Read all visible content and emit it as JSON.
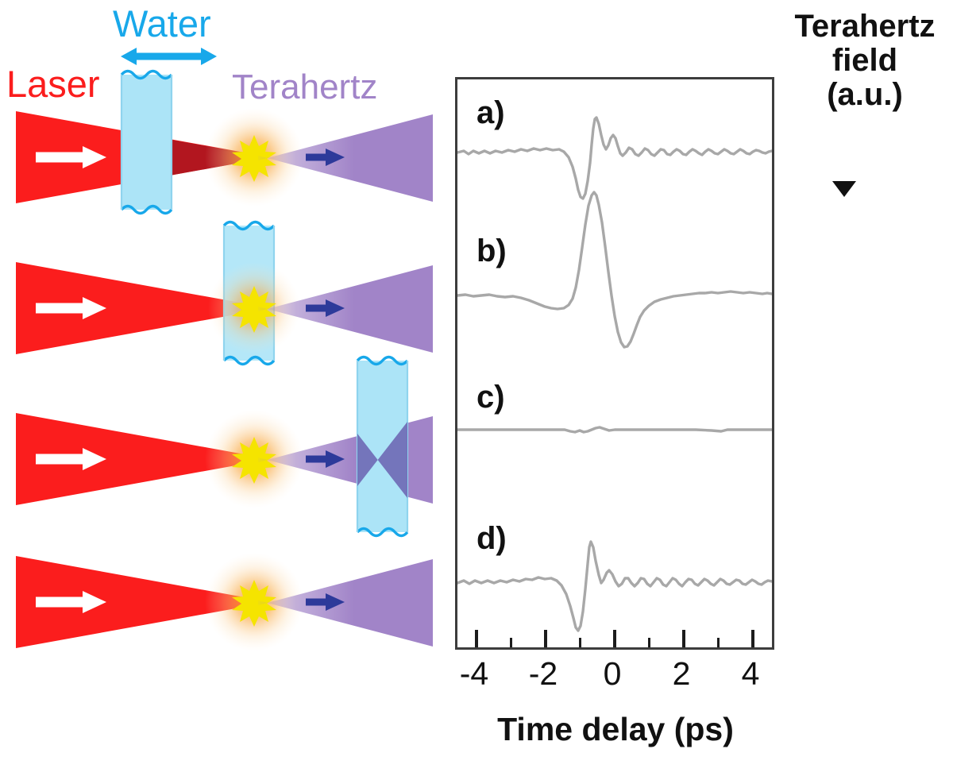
{
  "figure": {
    "title_hidden": "",
    "schematic": {
      "labels": {
        "laser": "Laser",
        "water": "Water",
        "terahertz": "Terahertz"
      },
      "colors": {
        "laser_red": "#fb1d1d",
        "laser_dark_red": "#9d1420",
        "water_blue": "#ace4f7",
        "water_edge_blue": "#18a8ea",
        "terahertz_purple": "#a184c8",
        "terahertz_overlap": "#6f6bb5",
        "plasma_yellow": "#f5e400",
        "plasma_glow": "#f7a93c",
        "arrow_white": "#ffffff",
        "arrow_navy": "#2d3a9a"
      },
      "rows": [
        {
          "id": "row-a",
          "panel": "a",
          "water_present": true,
          "water_position": "before-focus",
          "description": "Water cell placed in the converging laser beam before the plasma focus"
        },
        {
          "id": "row-b",
          "panel": "b",
          "water_present": true,
          "water_position": "at-focus",
          "description": "Water cell centred on the plasma focus"
        },
        {
          "id": "row-c",
          "panel": "c",
          "water_present": true,
          "water_position": "after-focus",
          "description": "Water cell placed in the diverging terahertz beam after the plasma focus"
        },
        {
          "id": "row-d",
          "panel": "d",
          "water_present": false,
          "water_position": "none",
          "description": "Reference: no water cell"
        }
      ]
    }
  },
  "chart_data": {
    "type": "line",
    "title": "",
    "xlabel": "Time delay (ps)",
    "ylabel": "Terahertz field (a.u.)",
    "ylabel_lines": [
      "Terahertz",
      "field",
      "(a.u.)"
    ],
    "xlim": [
      -4.6,
      4.6
    ],
    "xticks": [
      -4,
      -2,
      0,
      2,
      4
    ],
    "xticklabels": [
      "-4",
      "-2",
      "0",
      "2",
      "4"
    ],
    "minor_xticks": [
      -3,
      -1,
      1,
      3
    ],
    "grid": false,
    "legend": false,
    "line_color": "#a8a8a8",
    "line_width": 3.4,
    "frame_color": "#3d3d3d",
    "panels": [
      {
        "label": "a)",
        "baseline_note": "small bipolar pulse with ringing tail",
        "peak_amplitude": 0.33,
        "trough_amplitude": -0.3,
        "peak_time": -0.65,
        "trough_time": -1.0
      },
      {
        "label": "b)",
        "baseline_note": "large single-cycle pulse, strongest signal",
        "peak_amplitude": 1.0,
        "trough_amplitude": -0.62,
        "peak_time": -0.05,
        "trough_time": 0.5
      },
      {
        "label": "c)",
        "baseline_note": "terahertz fully absorbed by water, flat trace",
        "peak_amplitude": 0.02,
        "trough_amplitude": -0.02,
        "peak_time": -0.4,
        "trough_time": -0.7
      },
      {
        "label": "d)",
        "baseline_note": "reference bipolar pulse with ringing tail",
        "peak_amplitude": 0.44,
        "trough_amplitude": -0.4,
        "peak_time": -0.72,
        "trough_time": -1.05
      }
    ]
  }
}
